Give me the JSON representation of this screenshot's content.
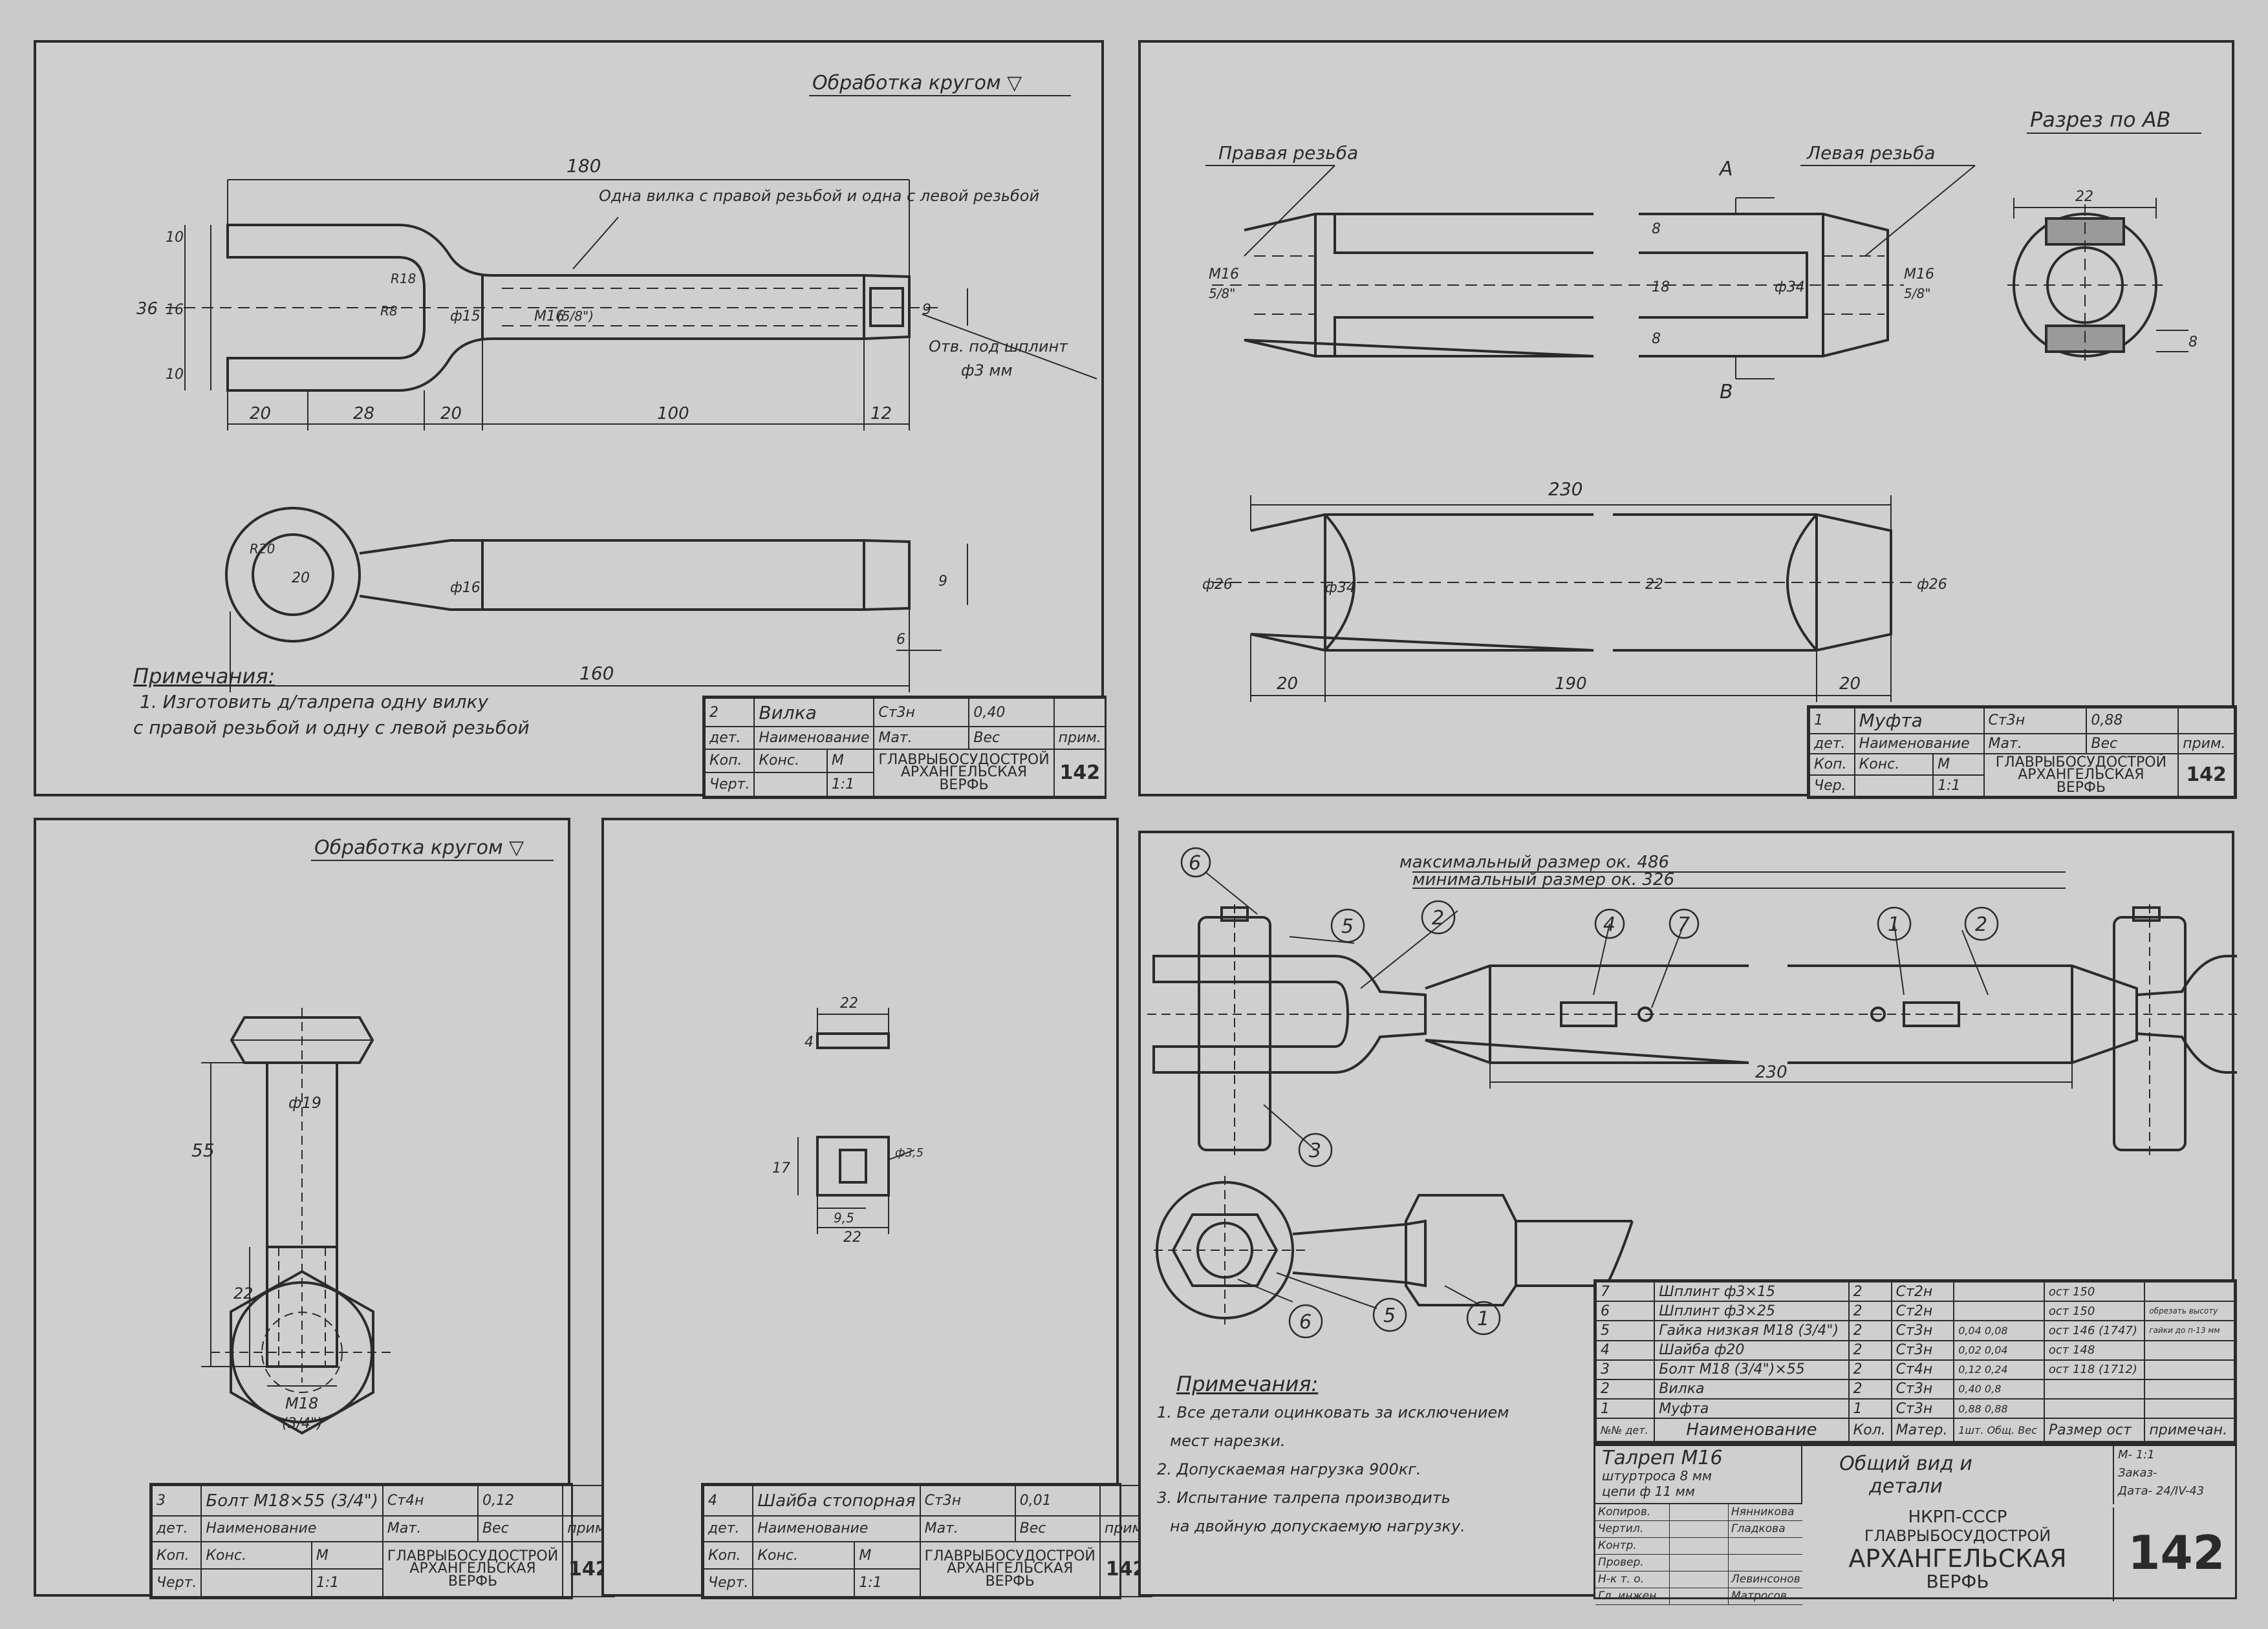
{
  "sheet_fork": {
    "finish": "Обработка кругом ▽",
    "dims": [
      "180",
      "36",
      "10",
      "16",
      "10",
      "R8",
      "R18",
      "ф15",
      "М16",
      "(5/8\")",
      "9",
      "20",
      "28",
      "20",
      "100",
      "12",
      "R20",
      "20",
      "ф16",
      "160",
      "6",
      "9"
    ],
    "thread_note": "Одна вилка с правой резьбой и одна с левой резьбой",
    "hole_note": [
      "Отв. под шплинт",
      "ф3 мм"
    ],
    "notes_title": "Примечания:",
    "notes": [
      "1. Изготовить д/талрепа одну вилку",
      "с правой резьбой и одну с левой резьбой"
    ],
    "tb": {
      "num": "2",
      "name": "Вилка",
      "mat": "Ст3н",
      "weight": "0,40",
      "h_det": "дет.",
      "h_name": "Наименование",
      "h_mat": "Мат.",
      "h_weight": "Вес",
      "h_note": "прим.",
      "kop": "Коп.",
      "cher": "Черт.",
      "kons": "Конс.",
      "m": "М",
      "scale": "1:1",
      "org1": "ГЛАВРЫБОСУДОСТРОЙ",
      "org2": "АРХАНГЕЛЬСКАЯ",
      "org3": "ВЕРФЬ",
      "sheet": "142"
    }
  },
  "sheet_coupling": {
    "section_title": "Разрез по АВ",
    "right_thread": "Правая резьба",
    "left_thread": "Левая резьба",
    "mark_a": "А",
    "mark_b": "В",
    "dims": [
      "М16",
      "5/8\"",
      "8",
      "18",
      "8",
      "ф34",
      "М16",
      "5/8\"",
      "22",
      "8",
      "230",
      "ф26",
      "ф34",
      "22",
      "ф26",
      "20",
      "190",
      "20"
    ],
    "tb": {
      "num": "1",
      "name": "Муфта",
      "mat": "Ст3н",
      "weight": "0,88",
      "h_det": "дет.",
      "h_name": "Наименование",
      "h_mat": "Мат.",
      "h_weight": "Вес",
      "h_note": "прим.",
      "kop": "Коп.",
      "cher": "Чер.",
      "kons": "Конс.",
      "m": "М",
      "scale": "1:1",
      "org1": "ГЛАВРЫБОСУДОСТРОЙ",
      "org2": "АРХАНГЕЛЬСКАЯ",
      "org3": "ВЕРФЬ",
      "sheet": "142"
    }
  },
  "sheet_bolt": {
    "finish": "Обработка кругом ▽",
    "dims": [
      "ф19",
      "55",
      "22",
      "М18",
      "(3/4\")"
    ],
    "tb": {
      "num": "3",
      "name": "Болт М18×55 (3/4\")",
      "mat": "Ст4н",
      "weight": "0,12",
      "h_det": "дет.",
      "h_name": "Наименование",
      "h_mat": "Мат.",
      "h_weight": "Вес",
      "h_note": "прим.",
      "kop": "Коп.",
      "cher": "Черт.",
      "kons": "Конс.",
      "m": "М",
      "scale": "1:1",
      "org1": "ГЛАВРЫБОСУДОСТРОЙ",
      "org2": "АРХАНГЕЛЬСКАЯ",
      "org3": "ВЕРФЬ",
      "sheet": "142"
    }
  },
  "sheet_washer": {
    "dims": [
      "22",
      "4",
      "17",
      "9,5",
      "22",
      "ф3,5"
    ],
    "tb": {
      "num": "4",
      "name": "Шайба стопорная",
      "mat": "Ст3н",
      "weight": "0,01",
      "h_det": "дет.",
      "h_name": "Наименование",
      "h_mat": "Мат.",
      "h_weight": "Вес",
      "h_note": "прим.",
      "kop": "Коп.",
      "cher": "Черт.",
      "kons": "Конс.",
      "m": "М",
      "scale": "1:1",
      "org1": "ГЛАВРЫБОСУДОСТРОЙ",
      "org2": "АРХАНГЕЛЬСКАЯ",
      "org3": "ВЕРФЬ",
      "sheet": "142"
    }
  },
  "sheet_assembly": {
    "max_size": "максимальный размер    ок. 486",
    "min_size": "минимальный размер    ок. 326",
    "dim_230": "230",
    "balloons": [
      "6",
      "5",
      "2",
      "4",
      "7",
      "1",
      "2",
      "3",
      "6",
      "5",
      "1"
    ],
    "notes_title": "Примечания:",
    "notes": [
      "1. Все детали оцинковать за исключением",
      "мест нарезки.",
      "2. Допускаемая нагрузка 900кг.",
      "3. Испытание талрепа производить",
      "на двойную допускаемую нагрузку."
    ],
    "bom": [
      {
        "pos": "7",
        "name": "Шплинт ф3×15",
        "qty": "2",
        "mat": "Ст2н",
        "w1": "",
        "w2": "",
        "std": "ост 150",
        "note": ""
      },
      {
        "pos": "6",
        "name": "Шплинт ф3×25",
        "qty": "2",
        "mat": "Ст2н",
        "w1": "",
        "w2": "",
        "std": "ост 150",
        "note": "обрезать высоту"
      },
      {
        "pos": "5",
        "name": "Гайка низкая М18 (3/4\")",
        "qty": "2",
        "mat": "Ст3н",
        "w1": "0,04",
        "w2": "0,08",
        "std": "ост 146 (1747)",
        "note": "гайки до п-13 мм"
      },
      {
        "pos": "4",
        "name": "Шайба ф20",
        "qty": "2",
        "mat": "Ст3н",
        "w1": "0,02",
        "w2": "0,04",
        "std": "ост 148",
        "note": ""
      },
      {
        "pos": "3",
        "name": "Болт М18 (3/4\")×55",
        "qty": "2",
        "mat": "Ст4н",
        "w1": "0,12",
        "w2": "0,24",
        "std": "ост 118 (1712)",
        "note": ""
      },
      {
        "pos": "2",
        "name": "Вилка",
        "qty": "2",
        "mat": "Ст3н",
        "w1": "0,40",
        "w2": "0,8",
        "std": "",
        "note": ""
      },
      {
        "pos": "1",
        "name": "Муфта",
        "qty": "1",
        "mat": "Ст3н",
        "w1": "0,88",
        "w2": "0,88",
        "std": "",
        "note": ""
      }
    ],
    "bom_head": {
      "pos": "№№ дет.",
      "name": "Наименование",
      "qty": "Кол.",
      "mat": "Матер.",
      "w1": "1шт.",
      "w2": "Общ.",
      "w": "Вес",
      "std": "Размер ост",
      "note": "примечан."
    },
    "title1": "Талреп М16",
    "title2": "штуртроса 8 мм",
    "title3": "цепи ф 11 мм",
    "view": "Общий вид и детали",
    "scale": "М- 1:1",
    "order": "Заказ-",
    "date": "Дата- 24/IV-43",
    "roles": [
      "Копиров.",
      "Чертил.",
      "Контр.",
      "Провер.",
      "Н-к т. о.",
      "Гл. инжен."
    ],
    "people": [
      "Нянникова",
      "Гладкова",
      "",
      "",
      "Левинсонов",
      "Матросов"
    ],
    "org0": "НКРП-СССР",
    "org1": "ГЛАВРЫБОСУДОСТРОЙ",
    "org2": "АРХАНГЕЛЬСКАЯ",
    "org3": "ВЕРФЬ",
    "sheet": "142"
  }
}
